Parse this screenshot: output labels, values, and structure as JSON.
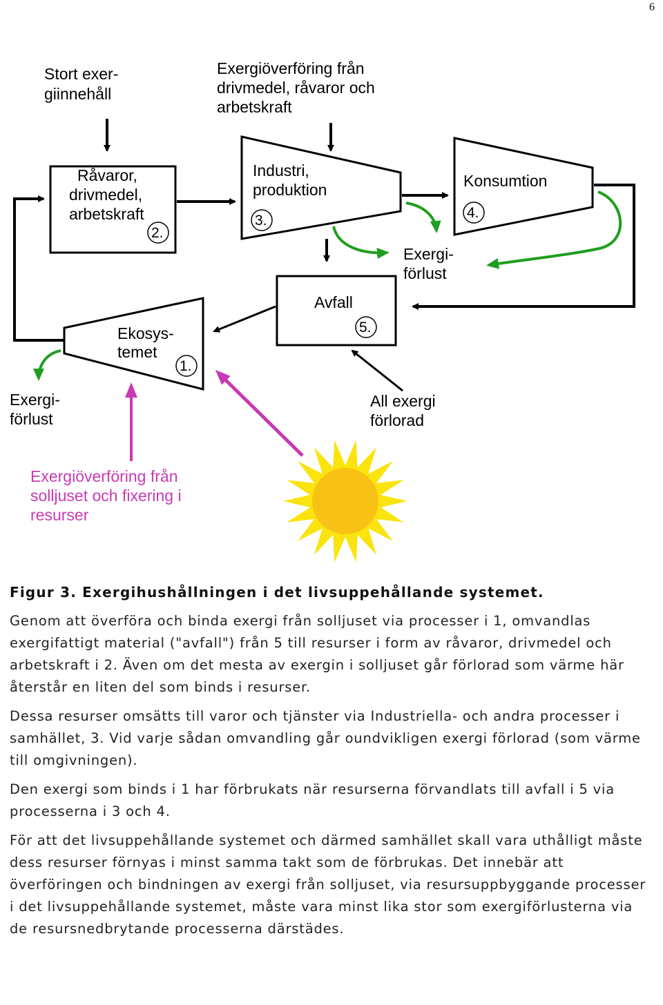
{
  "page_number": "6",
  "diagram": {
    "top_left_label": [
      "Stort exer-",
      "giinnehåll"
    ],
    "top_center_label": [
      "Exergiöverföring från",
      "drivmedel, råvaror och",
      "arbetskraft"
    ],
    "raw_materials_box": [
      "Råvaror,",
      "drivmedel,",
      "arbetskraft"
    ],
    "raw_materials_number": "2.",
    "industry_label": [
      "Industri,",
      "produktion"
    ],
    "industry_number": "3.",
    "consumption_label": "Konsumtion",
    "consumption_number": "4.",
    "exergy_loss_right": [
      "Exergi-",
      "förlust"
    ],
    "waste_label": "Avfall",
    "waste_number": "5.",
    "ecosystem_label": [
      "Ekosys-",
      "temet"
    ],
    "ecosystem_number": "1.",
    "exergy_loss_left": [
      "Exergi-",
      "förlust"
    ],
    "all_exergy_lost": [
      "All exergi",
      "förlorad"
    ],
    "solar_transfer": [
      "Exergiöverföring från",
      "solljuset och fixering i",
      "resurser"
    ],
    "colors": {
      "flow_arrow": "#000000",
      "loss_arrow": "#1f9e1f",
      "solar_arrow": "#c73ab4",
      "sun": "#fbe30e",
      "sun_core": "#f7c215"
    },
    "icons": [
      "sun-icon"
    ]
  },
  "caption": {
    "title": "Figur 3. Exergihushållningen i det livsuppehållande systemet.",
    "paragraphs": [
      "Genom att överföra och binda exergi från solljuset via processer i 1, omvandlas exergifattigt material (\"avfall\") från 5 till resurser i form av råvaror, drivmedel och arbetskraft i 2. Även om det mesta av exergin i solljuset går förlorad som värme här återstår en liten del som binds i resurser.",
      "Dessa resurser omsätts till varor och tjänster via Industriella- och andra processer i samhället, 3. Vid varje sådan omvandling går oundvikligen exergi förlorad (som värme till omgivningen).",
      "Den exergi som binds i 1 har förbrukats när resurserna förvandlats till avfall i 5 via processerna i 3 och 4.",
      "För att det livsuppehållande systemet och därmed samhället skall vara uthålligt måste dess resurser förnyas i minst samma takt som de förbrukas. Det innebär att överföringen och bindningen av exergi från solljuset, via resursuppbyggande processer i det livsuppehållande systemet, måste vara minst lika stor som exergiförlusterna via de resursnedbrytande processerna därstädes."
    ]
  }
}
